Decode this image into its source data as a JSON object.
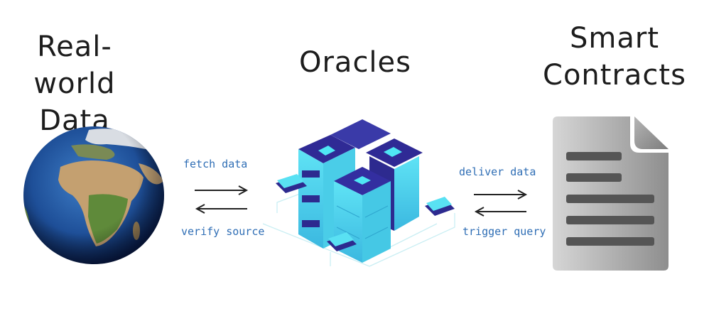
{
  "titles": {
    "left": [
      "Real-world",
      "Data"
    ],
    "center": "Oracles",
    "right": [
      "Smart",
      "Contracts"
    ]
  },
  "flows": {
    "left": {
      "top_label": "fetch data",
      "bottom_label": "verify source",
      "top_arrow": "right",
      "bottom_arrow": "left"
    },
    "right": {
      "top_label": "deliver data",
      "bottom_label": "trigger query",
      "top_arrow": "right",
      "bottom_arrow": "left"
    }
  },
  "icons": {
    "earth": "globe-icon",
    "oracle": "server-cluster-icon",
    "contract": "document-icon"
  },
  "colors": {
    "label": "#2f6eb5",
    "title": "#1c1c1c",
    "server_cyan": "#4fd6ee",
    "server_indigo": "#2d2a8f",
    "doc_gray": "#a8a8a8"
  }
}
